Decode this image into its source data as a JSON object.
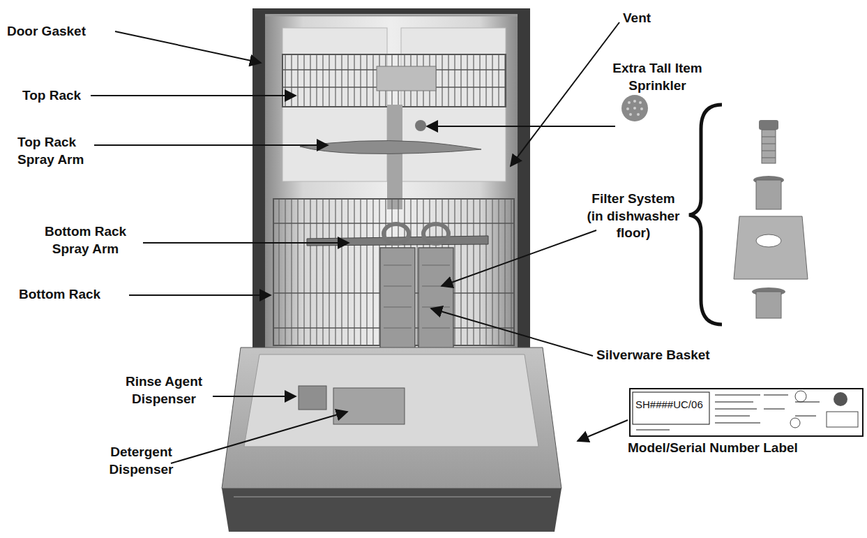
{
  "diagram": {
    "labels": [
      "Door Gasket",
      "Top Rack",
      "Top Rack Spray Arm",
      "Bottom Rack Spray Arm",
      "Bottom Rack",
      "Rinse Agent Dispenser",
      "Detergent Dispenser",
      "Vent",
      "Extra Tall Item Sprinkler",
      "Filter System (in dishwasher floor)",
      "Silverware Basket",
      "Model/Serial Number Label",
      "SH####UC/06"
    ]
  }
}
